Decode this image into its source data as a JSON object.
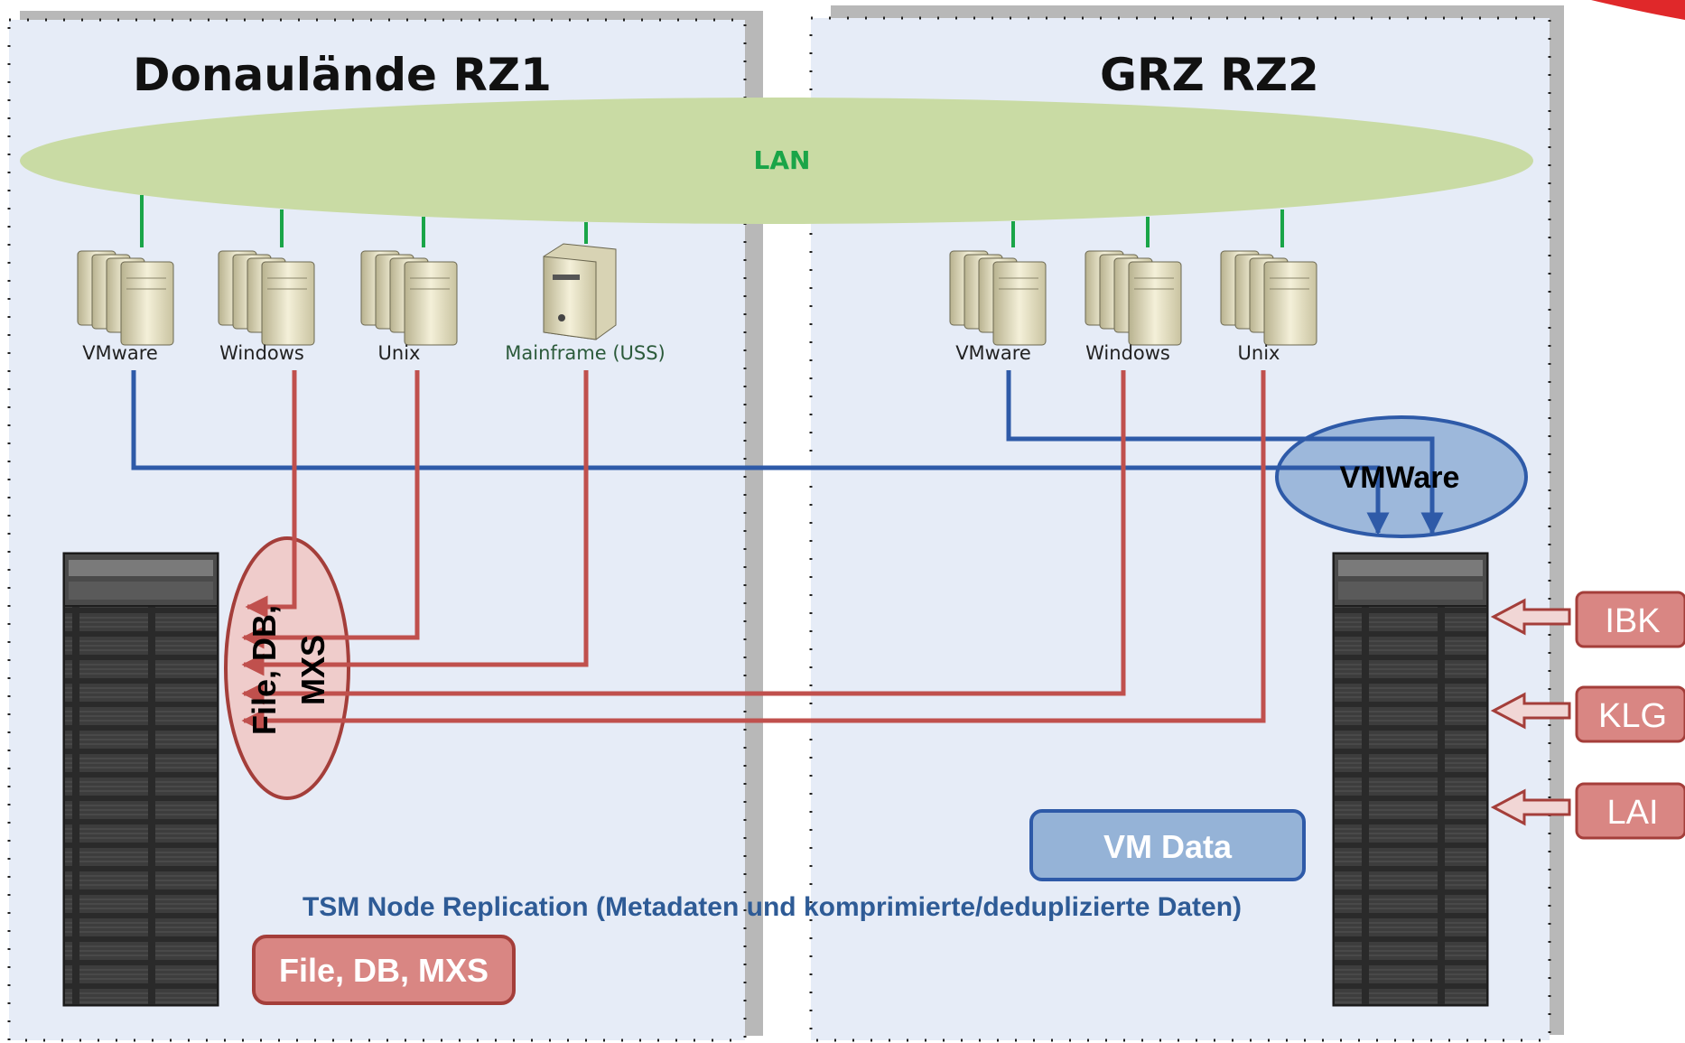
{
  "sites": {
    "rz1": {
      "title": "Donaulände RZ1"
    },
    "rz2": {
      "title": "GRZ RZ2"
    }
  },
  "lan": {
    "label": "LAN",
    "color": "#c9dba4"
  },
  "servers": {
    "rz1": [
      {
        "label": "VMware",
        "icon": "server-cluster-icon"
      },
      {
        "label": "Windows",
        "icon": "server-cluster-icon"
      },
      {
        "label": "Unix",
        "icon": "server-cluster-icon"
      },
      {
        "label": "Mainframe (USS)",
        "icon": "single-server-icon"
      }
    ],
    "rz2": [
      {
        "label": "VMware",
        "icon": "server-cluster-icon"
      },
      {
        "label": "Windows",
        "icon": "server-cluster-icon"
      },
      {
        "label": "Unix",
        "icon": "server-cluster-icon"
      }
    ]
  },
  "ellipses": {
    "file_db_mxs_vertical_line1": "File, DB,",
    "file_db_mxs_vertical_line2": "MXS",
    "vmware": "VMWare"
  },
  "replication_caption": "TSM Node Replication (Metadaten und komprimierte/deduplizierte Daten)",
  "boxes": {
    "file_db_mxs": "File, DB, MXS",
    "vm_data": "VM Data"
  },
  "side_sites": [
    "IBK",
    "KLG",
    "LAI"
  ],
  "colors": {
    "blue_line": "#2e5aa8",
    "red_line": "#c0504d",
    "green_link": "#1aa548",
    "zone_bg": "#e6ecf7",
    "red_box": "#d98683",
    "blue_box": "#95b3d7"
  }
}
